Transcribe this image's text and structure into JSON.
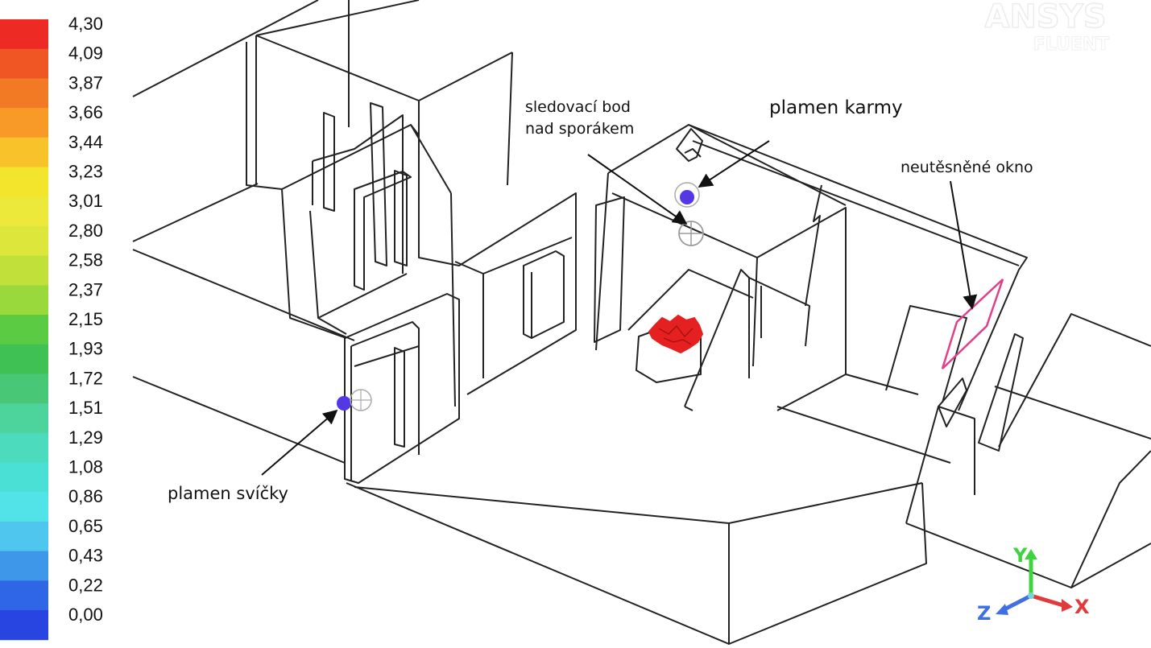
{
  "colorbar": {
    "ticks": [
      "4,30",
      "4,09",
      "3,87",
      "3,66",
      "3,44",
      "3,23",
      "3,01",
      "2,80",
      "2,58",
      "2,37",
      "2,15",
      "1,93",
      "1,72",
      "1,51",
      "1,29",
      "1,08",
      "0,86",
      "0,65",
      "0,43",
      "0,22",
      "0,00"
    ],
    "colors": [
      "#ee2a24",
      "#f05524",
      "#f37a24",
      "#f79a28",
      "#f8c22a",
      "#f3e52c",
      "#ece93a",
      "#dde63a",
      "#c2e03a",
      "#99d93c",
      "#5ccb44",
      "#3fc253",
      "#48c877",
      "#4dd39c",
      "#4cdbbc",
      "#4be0d6",
      "#51e3e8",
      "#4fc6ee",
      "#3f97ea",
      "#2f66e6",
      "#2845e1"
    ]
  },
  "labels": {
    "karma": "plamen karmy",
    "sledovaci_1": "sledovací bod",
    "sledovaci_2": "nad sporákem",
    "okno": "neutěsněné okno",
    "svicka": "plamen svíčky"
  },
  "watermark": {
    "line1": "ANSYS",
    "line2": "FLUENT"
  },
  "axes": {
    "x": "X",
    "y": "Y",
    "z": "Z",
    "x_color": "#e23a3a",
    "y_color": "#3fd43f",
    "z_color": "#3f6fe2"
  },
  "markers": {
    "flame_color": "#5438e6",
    "fire_color": "#e52020",
    "window_color": "#e0408a"
  }
}
